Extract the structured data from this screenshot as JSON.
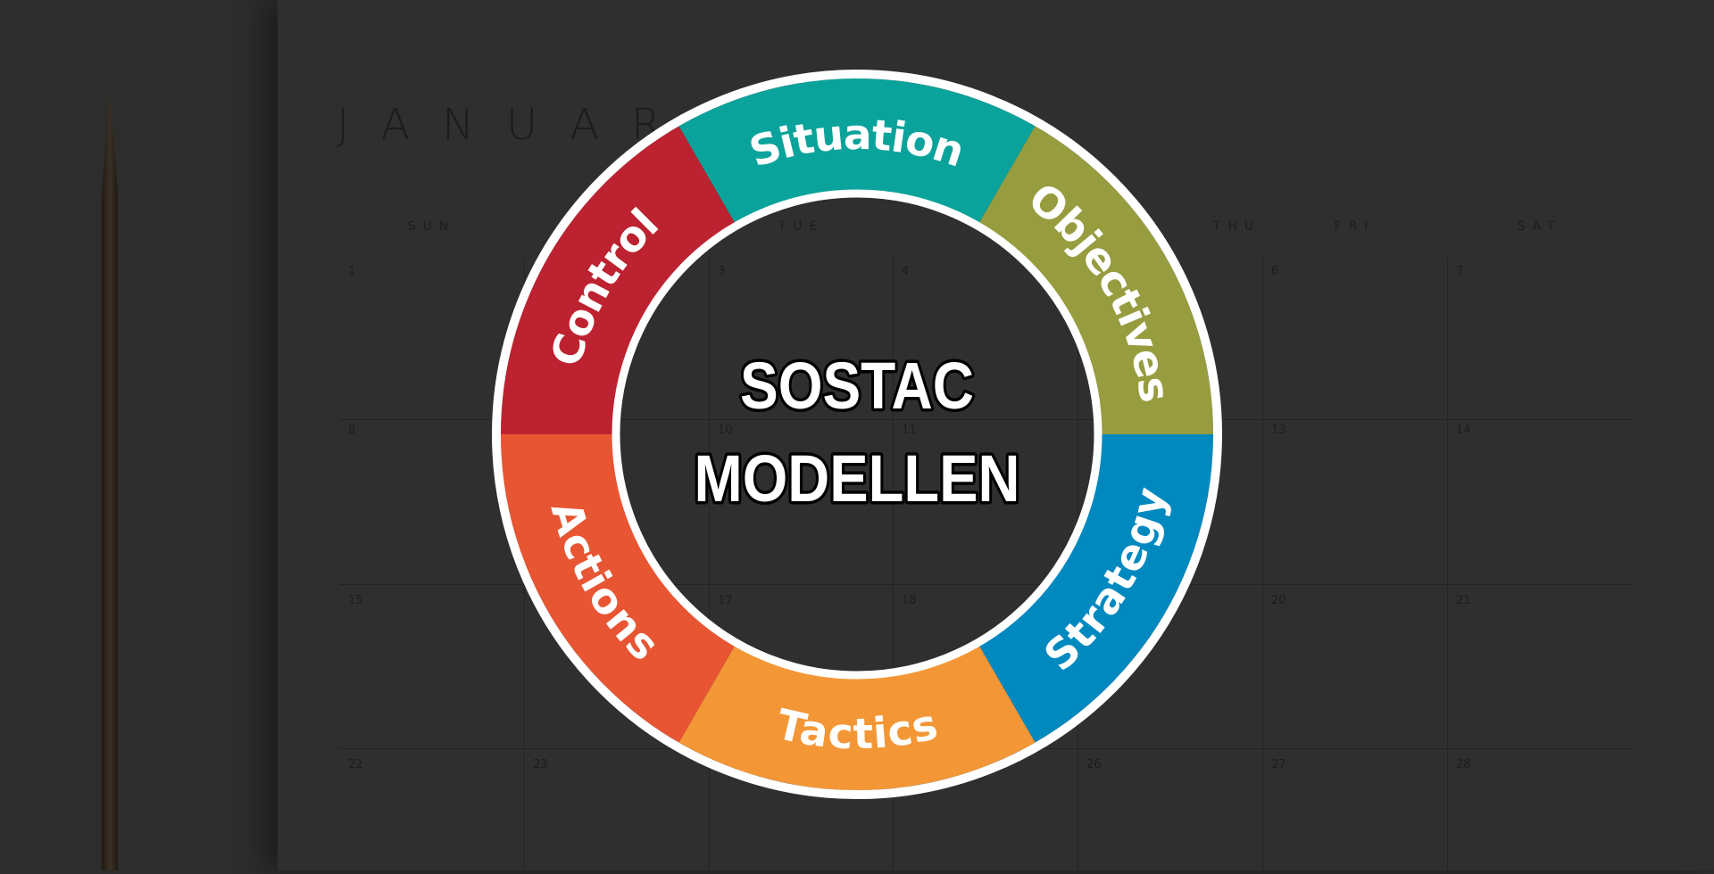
{
  "background": {
    "month": "JANUAR",
    "day_headers": [
      "SUN",
      "",
      "TUE",
      "",
      "THU",
      "FRI",
      "SAT"
    ],
    "weeks": [
      [
        "1",
        "",
        "3",
        "4",
        "",
        "6",
        "7"
      ],
      [
        "8",
        "",
        "10",
        "11",
        "",
        "13",
        "14"
      ],
      [
        "15",
        "",
        "17",
        "18",
        "",
        "20",
        "21"
      ],
      [
        "22",
        "23",
        "",
        "",
        "26",
        "27",
        "28"
      ]
    ]
  },
  "diagram": {
    "title_line1": "SOSTAC",
    "title_line2": "MODELLEN",
    "segments": [
      {
        "label": "Situation",
        "color": "#0aa39b"
      },
      {
        "label": "Objectives",
        "color": "#979c3f"
      },
      {
        "label": "Strategy",
        "color": "#0089bf"
      },
      {
        "label": "Tactics",
        "color": "#f39736"
      },
      {
        "label": "Actions",
        "color": "#e85532"
      },
      {
        "label": "Control",
        "color": "#bd2230"
      }
    ],
    "ring_border_color": "#ffffff"
  }
}
